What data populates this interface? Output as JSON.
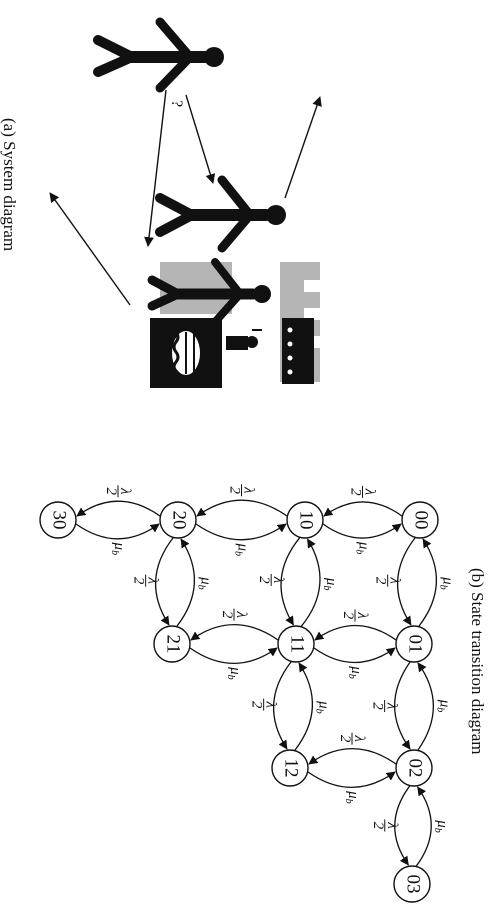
{
  "captions": {
    "system": "(a) System diagram",
    "states": "(b) State transition diagram"
  },
  "question_mark": "?",
  "rates": {
    "service": "μb",
    "arrival_num": "λ",
    "arrival_den": "2"
  },
  "states": [
    "00",
    "01",
    "02",
    "03",
    "10",
    "11",
    "12",
    "20",
    "21",
    "30"
  ],
  "transitions": [
    {
      "from": "00",
      "to": "01",
      "rate": "λ/2"
    },
    {
      "from": "01",
      "to": "00",
      "rate": "μb"
    },
    {
      "from": "01",
      "to": "02",
      "rate": "λ/2"
    },
    {
      "from": "02",
      "to": "01",
      "rate": "μb"
    },
    {
      "from": "02",
      "to": "03",
      "rate": "λ/2"
    },
    {
      "from": "03",
      "to": "02",
      "rate": "μb"
    },
    {
      "from": "00",
      "to": "10",
      "rate": "λ/2"
    },
    {
      "from": "10",
      "to": "00",
      "rate": "μb"
    },
    {
      "from": "10",
      "to": "20",
      "rate": "λ/2"
    },
    {
      "from": "20",
      "to": "10",
      "rate": "μb"
    },
    {
      "from": "20",
      "to": "30",
      "rate": "λ/2"
    },
    {
      "from": "30",
      "to": "20",
      "rate": "μb"
    },
    {
      "from": "10",
      "to": "11",
      "rate": "λ/2"
    },
    {
      "from": "11",
      "to": "10",
      "rate": "μb"
    },
    {
      "from": "01",
      "to": "11",
      "rate": "λ/2"
    },
    {
      "from": "11",
      "to": "01",
      "rate": "μb"
    },
    {
      "from": "11",
      "to": "12",
      "rate": "λ/2"
    },
    {
      "from": "12",
      "to": "11",
      "rate": "μb"
    },
    {
      "from": "02",
      "to": "12",
      "rate": "λ/2"
    },
    {
      "from": "12",
      "to": "02",
      "rate": "μb"
    },
    {
      "from": "11",
      "to": "21",
      "rate": "λ/2"
    },
    {
      "from": "21",
      "to": "11",
      "rate": "μb"
    },
    {
      "from": "20",
      "to": "21",
      "rate": "λ/2"
    },
    {
      "from": "21",
      "to": "20",
      "rate": "μb"
    }
  ],
  "colors": {
    "ink": "#111111",
    "gray": "#9a9a9a",
    "paper": "#ffffff"
  }
}
